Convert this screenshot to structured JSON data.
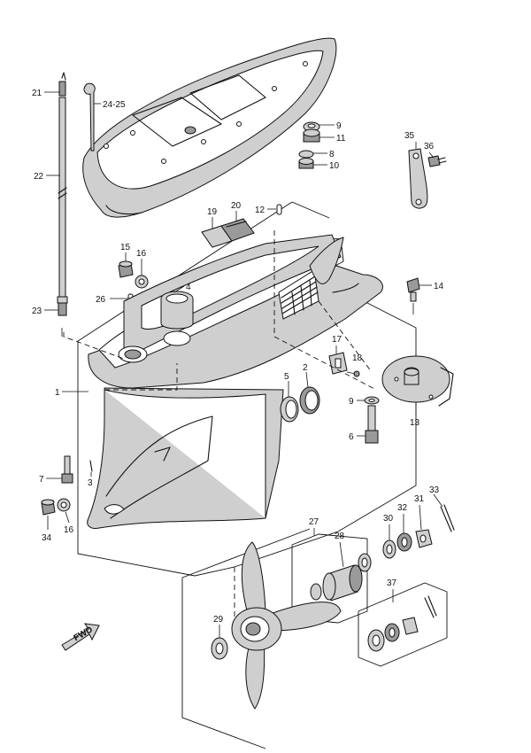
{
  "diagram": {
    "fwd_label": "FWD",
    "callouts": [
      {
        "id": "c1",
        "text": "1"
      },
      {
        "id": "c2",
        "text": "2"
      },
      {
        "id": "c3",
        "text": "3"
      },
      {
        "id": "c4",
        "text": "4"
      },
      {
        "id": "c5",
        "text": "5"
      },
      {
        "id": "c6",
        "text": "6"
      },
      {
        "id": "c7",
        "text": "7"
      },
      {
        "id": "c8",
        "text": "8"
      },
      {
        "id": "c9a",
        "text": "9"
      },
      {
        "id": "c9b",
        "text": "9"
      },
      {
        "id": "c10",
        "text": "10"
      },
      {
        "id": "c11",
        "text": "11"
      },
      {
        "id": "c12",
        "text": "12"
      },
      {
        "id": "c13",
        "text": "13"
      },
      {
        "id": "c14",
        "text": "14"
      },
      {
        "id": "c15",
        "text": "15"
      },
      {
        "id": "c16a",
        "text": "16"
      },
      {
        "id": "c16b",
        "text": "16"
      },
      {
        "id": "c17",
        "text": "17"
      },
      {
        "id": "c18",
        "text": "18"
      },
      {
        "id": "c19",
        "text": "19"
      },
      {
        "id": "c20",
        "text": "20"
      },
      {
        "id": "c21",
        "text": "21"
      },
      {
        "id": "c22",
        "text": "22"
      },
      {
        "id": "c23",
        "text": "23"
      },
      {
        "id": "c2425",
        "text": "24-25"
      },
      {
        "id": "c26",
        "text": "26"
      },
      {
        "id": "c27",
        "text": "27"
      },
      {
        "id": "c28",
        "text": "28"
      },
      {
        "id": "c29",
        "text": "29"
      },
      {
        "id": "c30",
        "text": "30"
      },
      {
        "id": "c31",
        "text": "31"
      },
      {
        "id": "c32",
        "text": "32"
      },
      {
        "id": "c33",
        "text": "33"
      },
      {
        "id": "c34",
        "text": "34"
      },
      {
        "id": "c35",
        "text": "35"
      },
      {
        "id": "c36",
        "text": "36"
      },
      {
        "id": "c37",
        "text": "37"
      }
    ]
  }
}
